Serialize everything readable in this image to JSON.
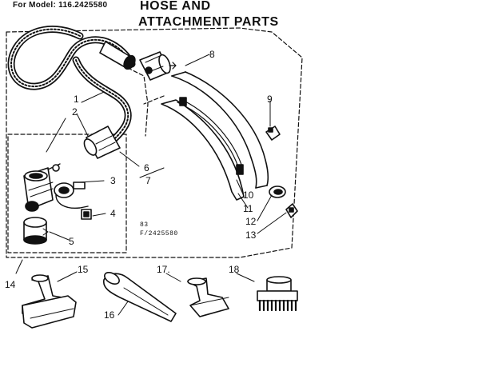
{
  "header": {
    "model_line": "For Model: 116.2425580",
    "title_line1": "HOSE AND",
    "title_line2": "ATTACHMENT PARTS"
  },
  "callouts": {
    "n1": "1",
    "n2": "2",
    "n3": "3",
    "n4": "4",
    "n5": "5",
    "n6": "6",
    "n7": "7",
    "n8": "8",
    "n9": "9",
    "n10": "10",
    "n11": "11",
    "n12": "12",
    "n13": "13",
    "n14": "14",
    "n15": "15",
    "n16": "16",
    "n17": "17.",
    "n18": "18"
  },
  "stamp": {
    "line1": "83",
    "line2": "F/2425580"
  }
}
